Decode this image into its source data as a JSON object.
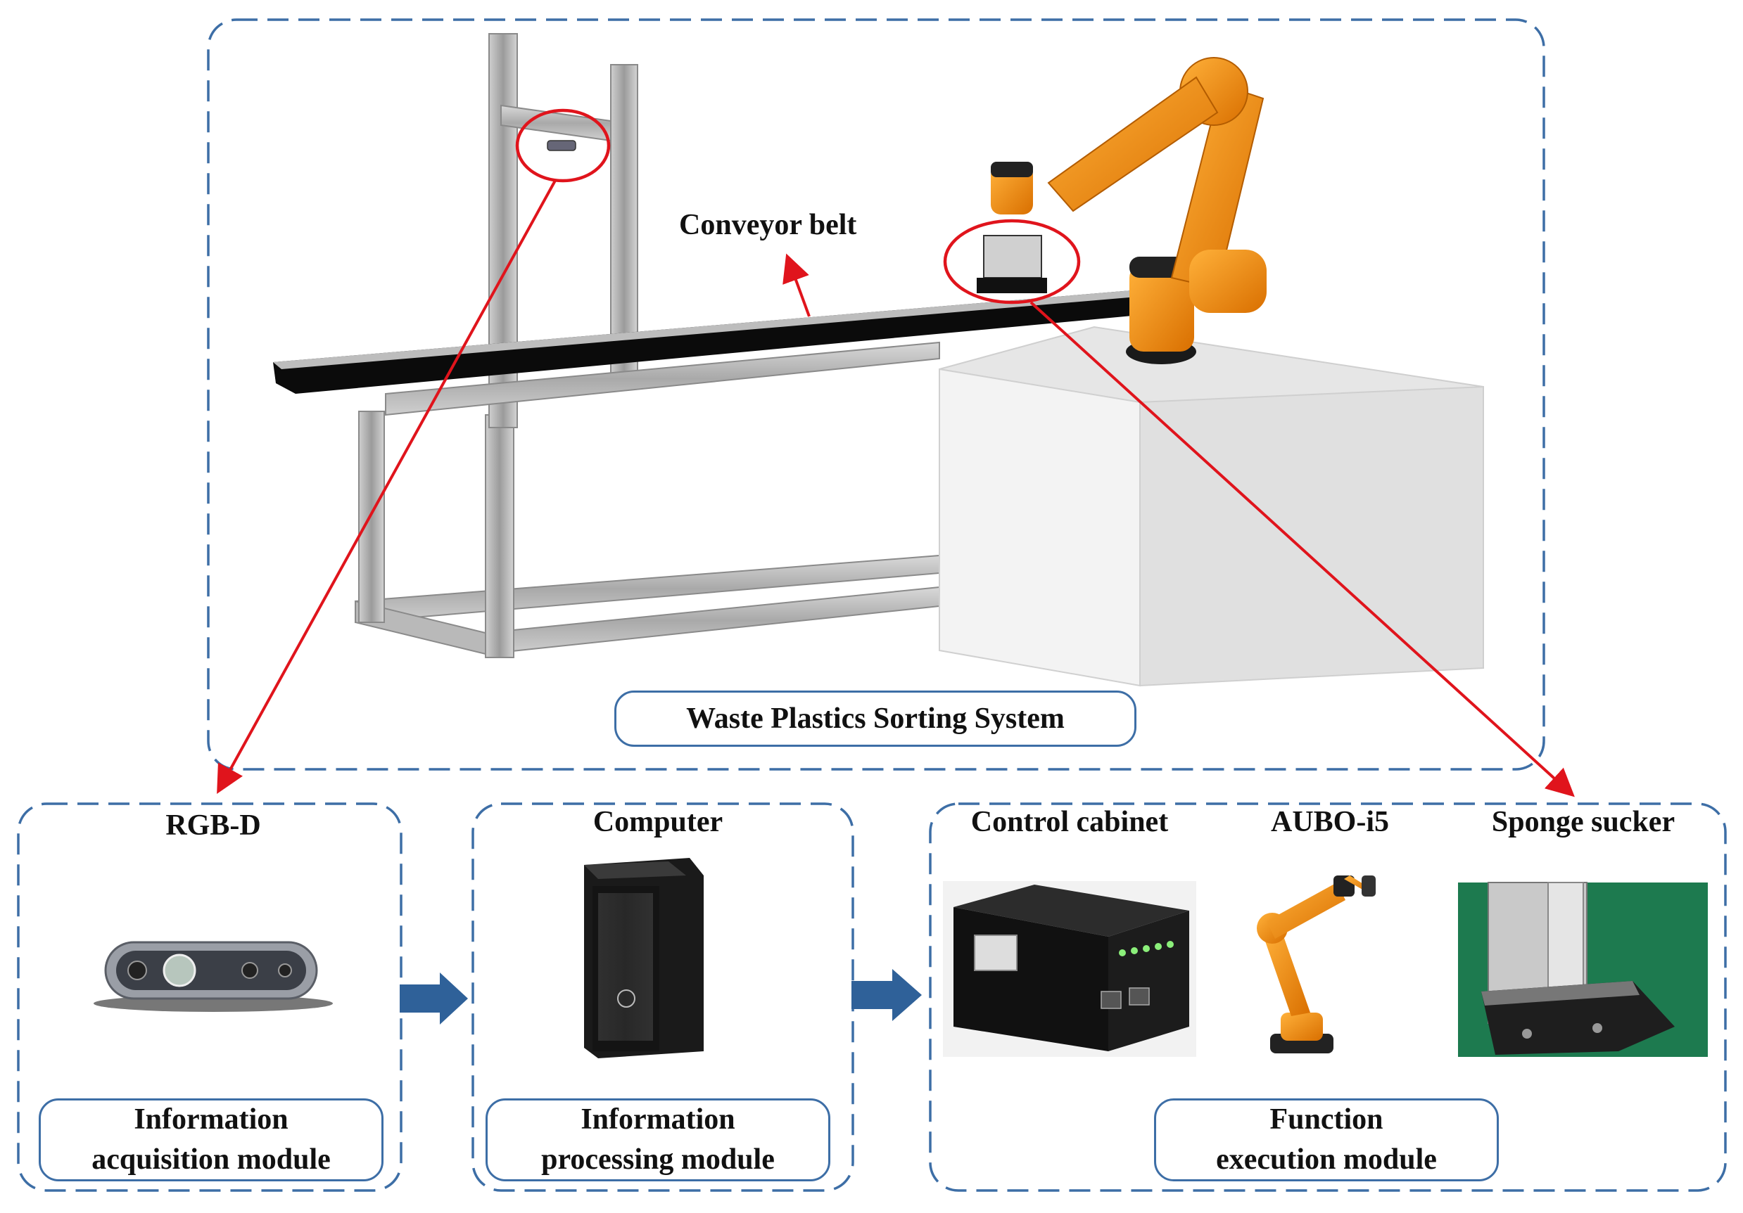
{
  "system": {
    "title": "Waste Plastics Sorting System",
    "conveyor_label": "Conveyor belt"
  },
  "modules": {
    "acquisition": {
      "device": "RGB-D",
      "name_line1": "Information",
      "name_line2": "acquisition module"
    },
    "processing": {
      "device": "Computer",
      "name_line1": "Information",
      "name_line2": "processing module"
    },
    "execution": {
      "device_1": "Control cabinet",
      "device_2": "AUBO-i5",
      "device_3": "Sponge sucker",
      "name_line1": "Function",
      "name_line2": "execution module"
    }
  },
  "colors": {
    "frame_border": "#3d6ea6",
    "callout": "#e0141c",
    "flow_arrow": "#2f6199",
    "robot_orange": "#f08a12",
    "box_grey": "#e9e9e9"
  }
}
